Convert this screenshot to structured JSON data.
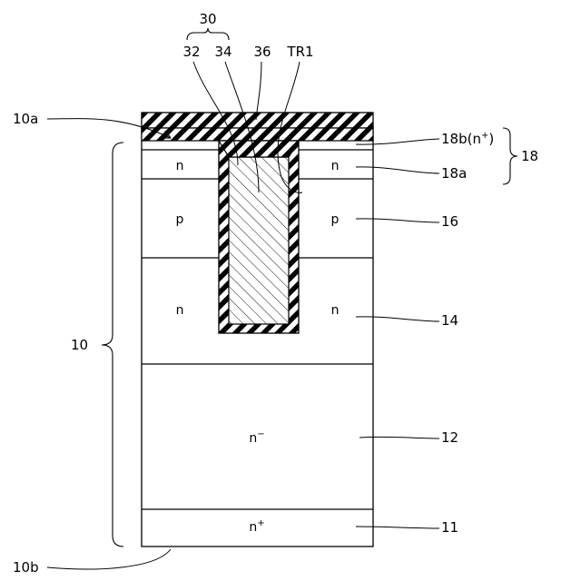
{
  "labels": {
    "ref_30": "30",
    "ref_32": "32",
    "ref_34": "34",
    "ref_36": "36",
    "ref_tr1": "TR1",
    "ref_10a": "10a",
    "ref_10b": "10b",
    "ref_10": "10",
    "ref_18": "18",
    "ref_18a": "18a",
    "ref_18b": "18b",
    "ref_18b_type": "n",
    "ref_18b_type_sup": "+",
    "ref_16": "16",
    "ref_14": "14",
    "ref_12": "12",
    "ref_11": "11"
  },
  "doping": {
    "source_left": "n",
    "source_right": "n",
    "body_left": "p",
    "body_right": "p",
    "drift_left": "n",
    "drift_right": "n",
    "drift_low_base": "n",
    "drift_low_sup": "−",
    "substrate_base": "n",
    "substrate_sup": "+"
  }
}
